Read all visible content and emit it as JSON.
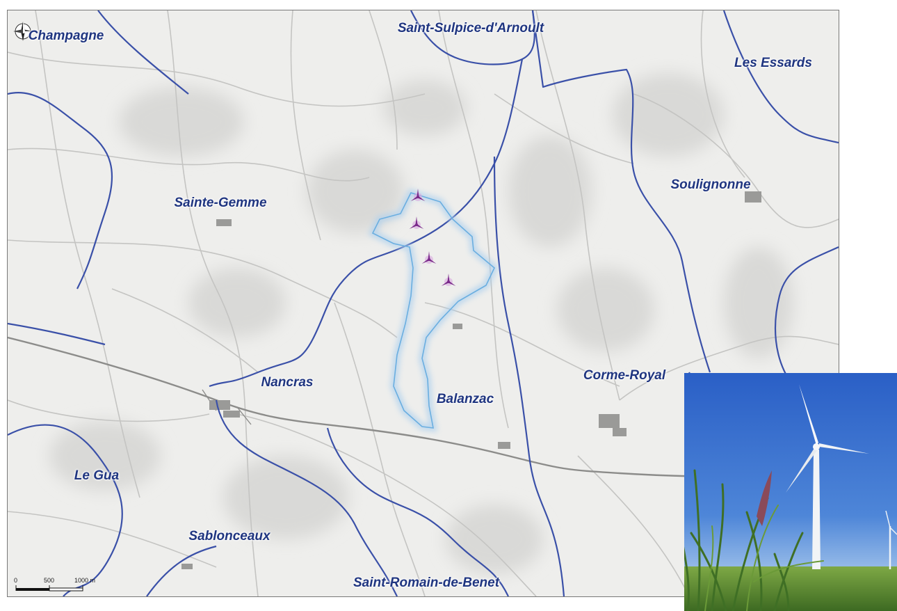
{
  "map": {
    "labels": [
      {
        "id": "champagne",
        "text": "Champagne"
      },
      {
        "id": "saint-sulpice",
        "text": "Saint-Sulpice-d'Arnoult"
      },
      {
        "id": "les-essards",
        "text": "Les Essards"
      },
      {
        "id": "sainte-gemme",
        "text": "Sainte-Gemme"
      },
      {
        "id": "soulignonne",
        "text": "Soulignonne"
      },
      {
        "id": "nancras",
        "text": "Nancras"
      },
      {
        "id": "corme-royal",
        "text": "Corme-Royal"
      },
      {
        "id": "balanzac",
        "text": "Balanzac"
      },
      {
        "id": "le-gua",
        "text": "Le Gua"
      },
      {
        "id": "sablonceaux",
        "text": "Sablonceaux"
      },
      {
        "id": "saint-romain",
        "text": "Saint-Romain-de-Benet"
      }
    ],
    "scale_bar": {
      "ticks": [
        "0",
        "500",
        "1000 m"
      ]
    },
    "turbine_count": 4,
    "colors": {
      "commune_boundary": "#3a50a8",
      "project_zone": "#9cc7ea",
      "turbine": "#7a2a8a",
      "label": "#1f3580"
    },
    "icons": [
      "compass-rose-icon",
      "wind-turbine-icon"
    ]
  },
  "photo": {
    "subject": "wind-turbine-photo"
  }
}
